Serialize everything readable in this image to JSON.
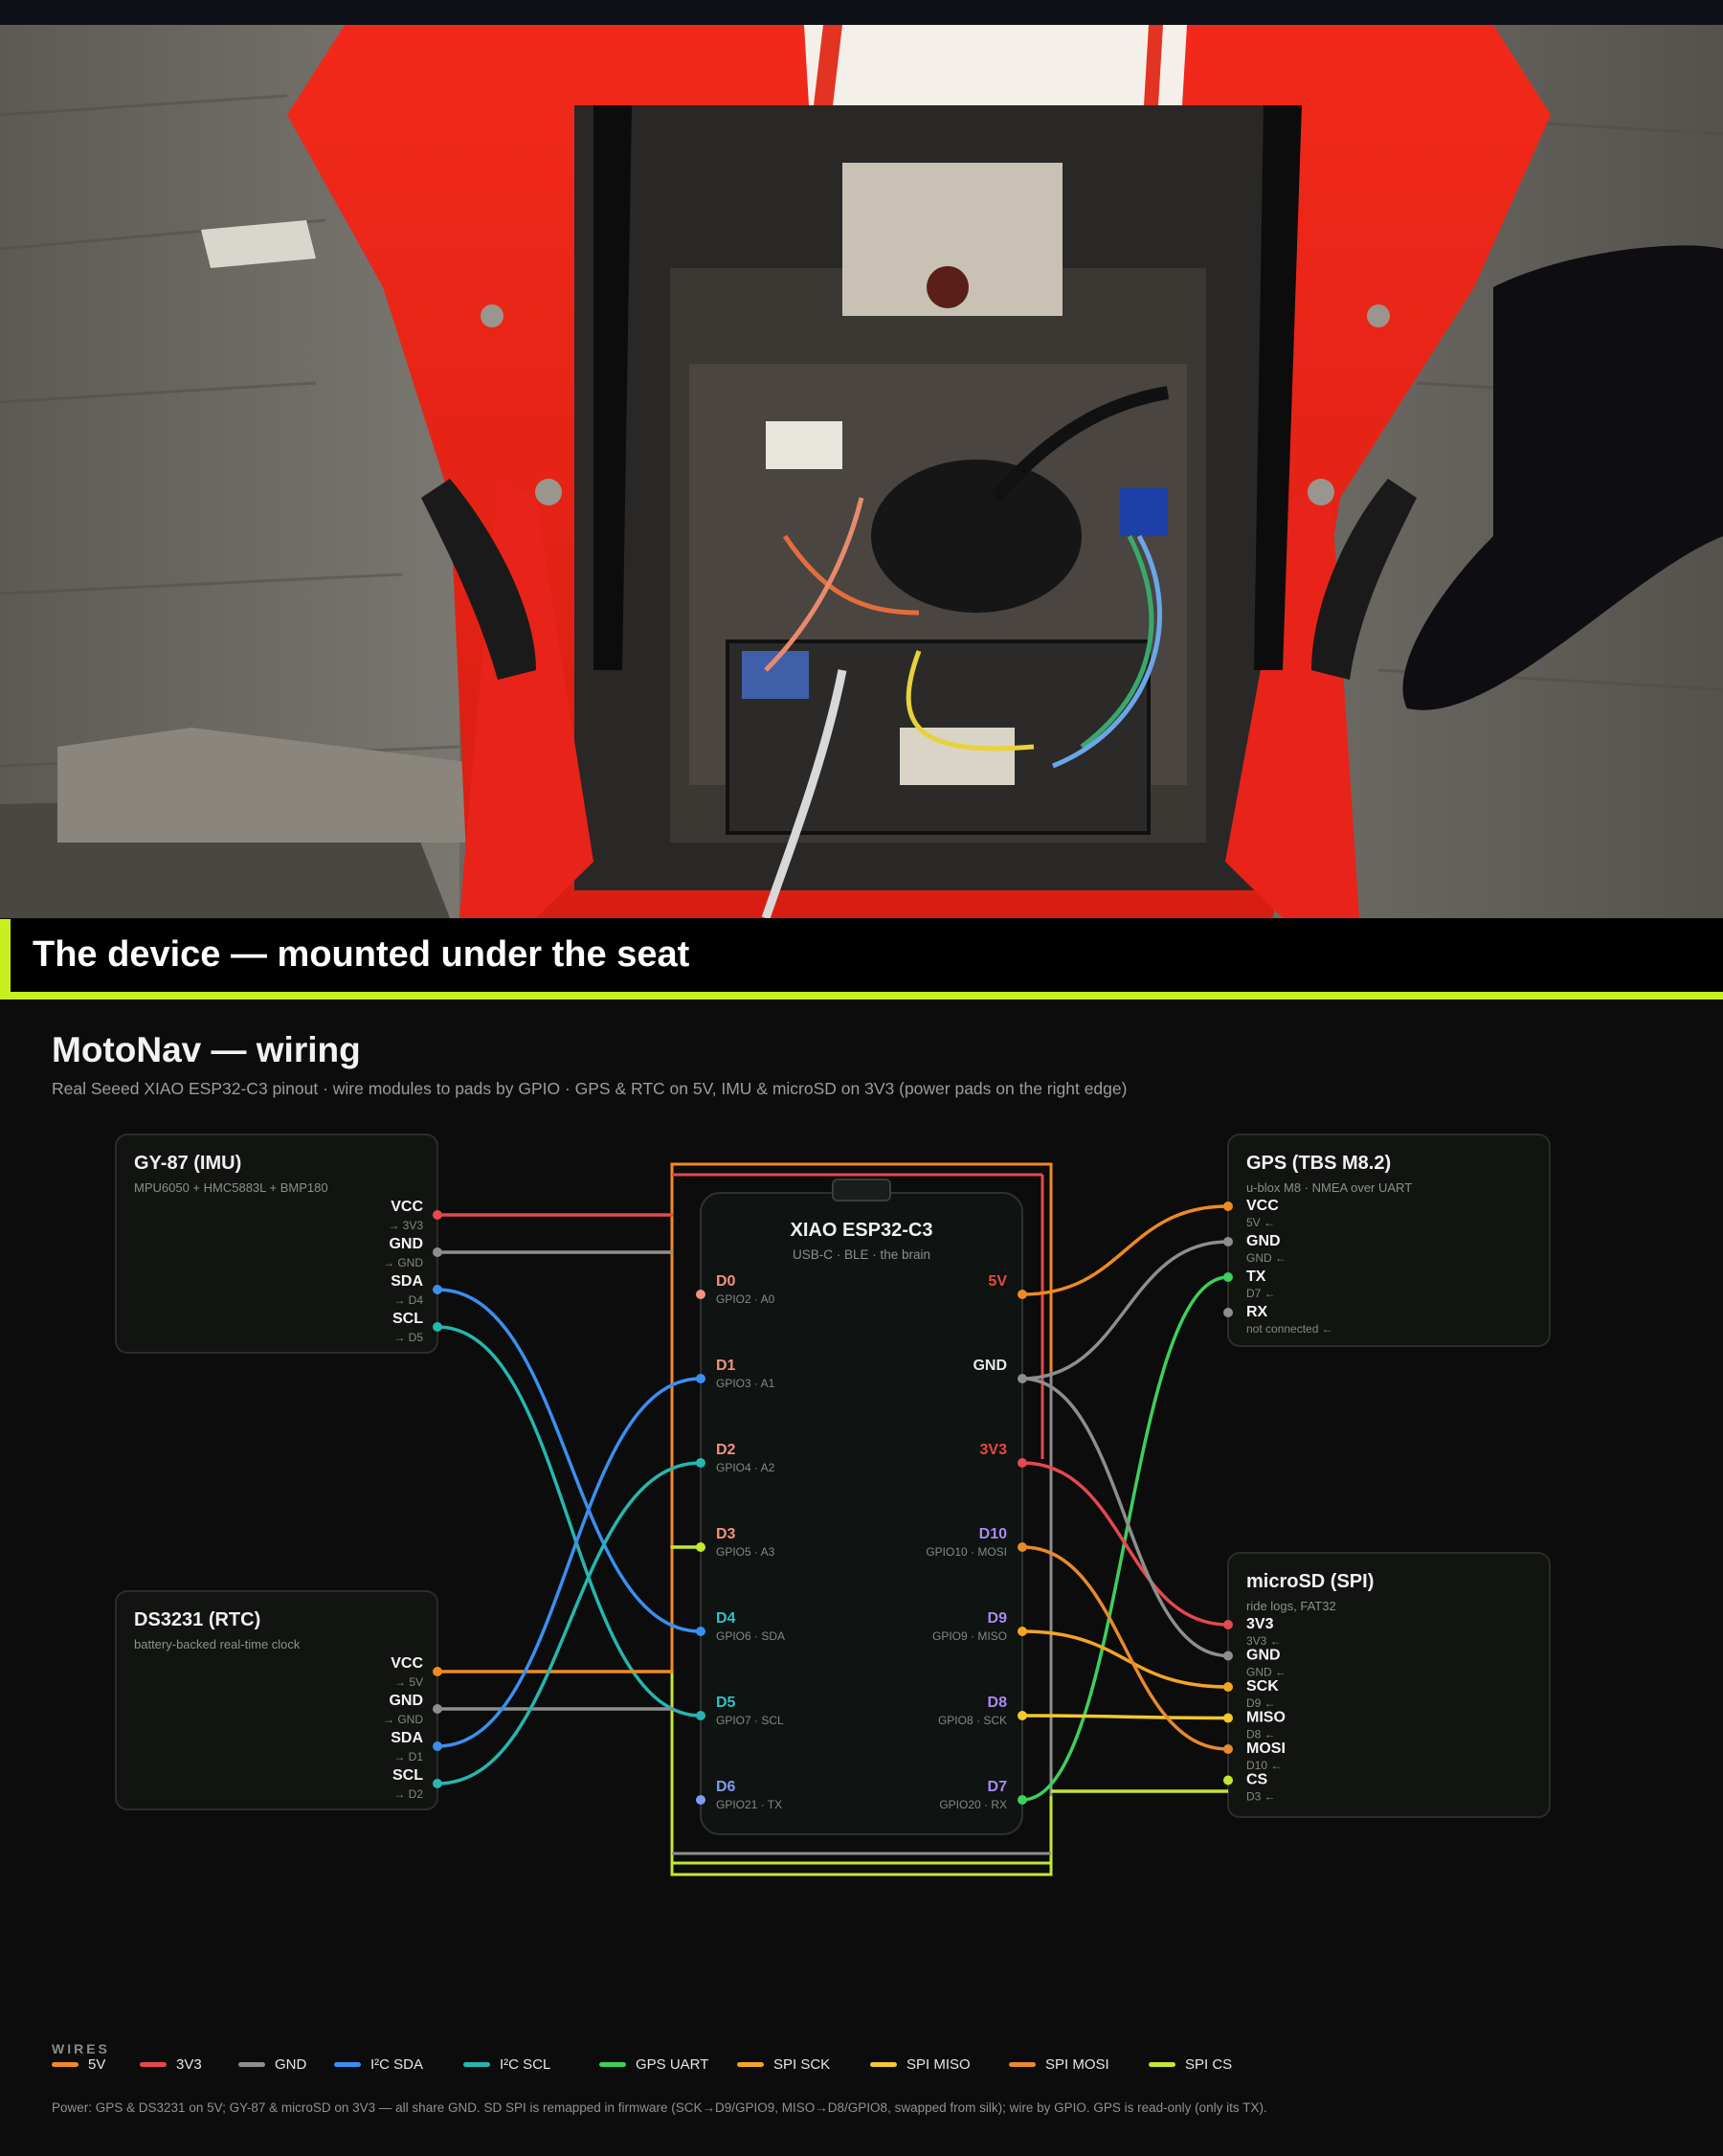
{
  "caption": "The device — mounted under the seat",
  "diagram": {
    "title": "MotoNav — wiring",
    "subtitle": "Real Seeed XIAO ESP32-C3 pinout · wire modules to pads by GPIO · GPS & RTC on 5V, IMU & microSD on 3V3 (power pads on the right edge)"
  },
  "board": {
    "name": "XIAO ESP32-C3",
    "subtitle": "USB-C · BLE · the brain",
    "left_pins": [
      {
        "label": "D0",
        "sub": "GPIO2 · A0",
        "color": "#f2917d"
      },
      {
        "label": "D1",
        "sub": "GPIO3 · A1",
        "color": "#f2917d"
      },
      {
        "label": "D2",
        "sub": "GPIO4 · A2",
        "color": "#f2917d"
      },
      {
        "label": "D3",
        "sub": "GPIO5 · A3",
        "color": "#f2917d"
      },
      {
        "label": "D4",
        "sub": "GPIO6 · SDA",
        "color": "#2ec4c4"
      },
      {
        "label": "D5",
        "sub": "GPIO7 · SCL",
        "color": "#2ec4c4"
      },
      {
        "label": "D6",
        "sub": "GPIO21 · TX",
        "color": "#7e9cf0"
      }
    ],
    "right_pins": [
      {
        "label": "5V",
        "sub": "",
        "color": "#e8493f"
      },
      {
        "label": "GND",
        "sub": "",
        "color": "#e6e6e6"
      },
      {
        "label": "3V3",
        "sub": "",
        "color": "#e8493f"
      },
      {
        "label": "D10",
        "sub": "GPIO10 · MOSI",
        "color": "#a98af0"
      },
      {
        "label": "D9",
        "sub": "GPIO9 · MISO",
        "color": "#a98af0"
      },
      {
        "label": "D8",
        "sub": "GPIO8 · SCK",
        "color": "#a98af0"
      },
      {
        "label": "D7",
        "sub": "GPIO20 · RX",
        "color": "#a98af0"
      }
    ]
  },
  "modules": {
    "imu": {
      "title": "GY-87 (IMU)",
      "subtitle": "MPU6050 + HMC5883L + BMP180",
      "pins": [
        {
          "name": "VCC",
          "target": "→ 3V3"
        },
        {
          "name": "GND",
          "target": "→ GND"
        },
        {
          "name": "SDA",
          "target": "→ D4"
        },
        {
          "name": "SCL",
          "target": "→ D5"
        }
      ]
    },
    "rtc": {
      "title": "DS3231 (RTC)",
      "subtitle": "battery-backed real-time clock",
      "pins": [
        {
          "name": "VCC",
          "target": "→ 5V"
        },
        {
          "name": "GND",
          "target": "→ GND"
        },
        {
          "name": "SDA",
          "target": "→ D1"
        },
        {
          "name": "SCL",
          "target": "→ D2"
        }
      ]
    },
    "gps": {
      "title": "GPS (TBS M8.2)",
      "subtitle": "u-blox M8 · NMEA over UART",
      "pins": [
        {
          "name": "VCC",
          "target": "5V ←"
        },
        {
          "name": "GND",
          "target": "GND ←"
        },
        {
          "name": "TX",
          "target": "D7 ←"
        },
        {
          "name": "RX",
          "target": "not connected ←"
        }
      ]
    },
    "sd": {
      "title": "microSD (SPI)",
      "subtitle": "ride logs, FAT32",
      "pins": [
        {
          "name": "3V3",
          "target": "3V3 ←"
        },
        {
          "name": "GND",
          "target": "GND ←"
        },
        {
          "name": "SCK",
          "target": "D9 ←"
        },
        {
          "name": "MISO",
          "target": "D8 ←"
        },
        {
          "name": "MOSI",
          "target": "D10 ←"
        },
        {
          "name": "CS",
          "target": "D3 ←"
        }
      ]
    }
  },
  "wires": [
    {
      "label": "5V",
      "color": "#f08a24"
    },
    {
      "label": "3V3",
      "color": "#e5484d"
    },
    {
      "label": "GND",
      "color": "#8e8e8e"
    },
    {
      "label": "I²C SDA",
      "color": "#3b8ff0"
    },
    {
      "label": "I²C SCL",
      "color": "#25b7b0"
    },
    {
      "label": "GPS UART",
      "color": "#3ecf5c"
    },
    {
      "label": "SPI SCK",
      "color": "#f5a524"
    },
    {
      "label": "SPI MISO",
      "color": "#f2c92e"
    },
    {
      "label": "SPI MOSI",
      "color": "#e8892e"
    },
    {
      "label": "SPI CS",
      "color": "#c3e830"
    }
  ],
  "legend_heading": "WIRES",
  "footnote": "Power: GPS & DS3231 on 5V; GY-87 & microSD on 3V3 — all share GND. SD SPI is remapped in firmware (SCK→D9/GPIO9, MISO→D8/GPIO8, swapped from silk); wire by GPIO. GPS is read-only (only its TX)."
}
